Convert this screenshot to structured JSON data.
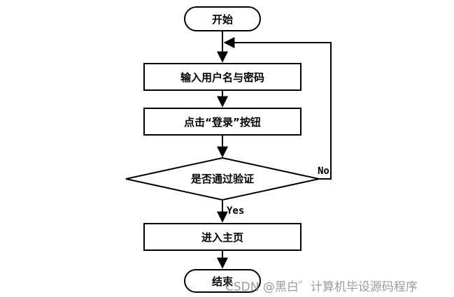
{
  "nodes": {
    "start": "开始",
    "input": "输入用户名与密码",
    "click": "点击“登录”按钮",
    "decision": "是否通过验证",
    "home": "进入主页",
    "end": "结束"
  },
  "edges": {
    "no": "No",
    "yes": "Yes"
  },
  "watermark": "CSDN @黑白゛计算机毕设源码程序"
}
